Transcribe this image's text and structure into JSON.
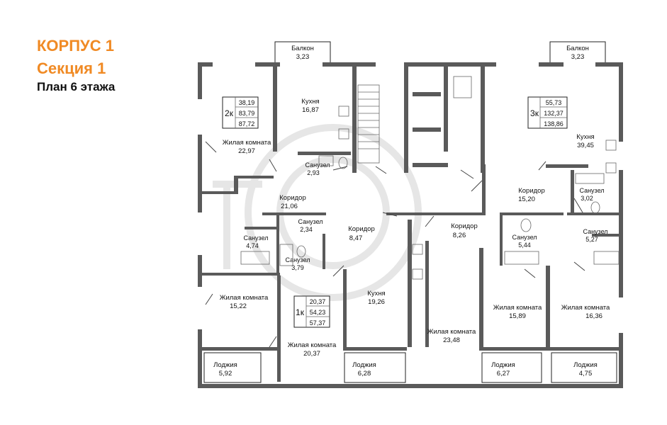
{
  "header": {
    "building": "КОРПУС 1",
    "section": "Секция 1",
    "plan": "План 6 этажа"
  },
  "colors": {
    "accent": "#f08a24",
    "wall": "#5a5a5a"
  },
  "balconies": [
    {
      "name": "Балкон",
      "area": "3,23"
    },
    {
      "name": "Балкон",
      "area": "3,23"
    }
  ],
  "apartments": [
    {
      "type": "2к",
      "areas": [
        "38,19",
        "83,79",
        "87,72"
      ]
    },
    {
      "type": "3к",
      "areas": [
        "55,73",
        "132,37",
        "138,86"
      ]
    },
    {
      "type": "1к",
      "areas": [
        "20,37",
        "54,23",
        "57,37"
      ]
    }
  ],
  "rooms": [
    {
      "name": "Кухня",
      "area": "16,87"
    },
    {
      "name": "Жилая комната",
      "area": "22,97"
    },
    {
      "name": "Санузел",
      "area": "2,93"
    },
    {
      "name": "Коридор",
      "area": "21,06"
    },
    {
      "name": "Санузел",
      "area": "2,34"
    },
    {
      "name": "Санузел",
      "area": "4,74"
    },
    {
      "name": "Санузел",
      "area": "3,79"
    },
    {
      "name": "Коридор",
      "area": "8,47"
    },
    {
      "name": "Коридор",
      "area": "8,26"
    },
    {
      "name": "Кухня",
      "area": "39,45"
    },
    {
      "name": "Коридор",
      "area": "15,20"
    },
    {
      "name": "Санузел",
      "area": "3,02"
    },
    {
      "name": "Санузел",
      "area": "5,44"
    },
    {
      "name": "Санузел",
      "area": "5,27"
    },
    {
      "name": "Жилая комната",
      "area": "15,22"
    },
    {
      "name": "Жилая комната",
      "area": "20,37"
    },
    {
      "name": "Кухня",
      "area": "19,26"
    },
    {
      "name": "Жилая комната",
      "area": "23,48"
    },
    {
      "name": "Жилая комната",
      "area": "15,89"
    },
    {
      "name": "Жилая комната",
      "area": "16,36"
    },
    {
      "name": "Лоджия",
      "area": "5,92"
    },
    {
      "name": "Лоджия",
      "area": "6,28"
    },
    {
      "name": "Лоджия",
      "area": "6,27"
    },
    {
      "name": "Лоджия",
      "area": "4,75"
    }
  ]
}
